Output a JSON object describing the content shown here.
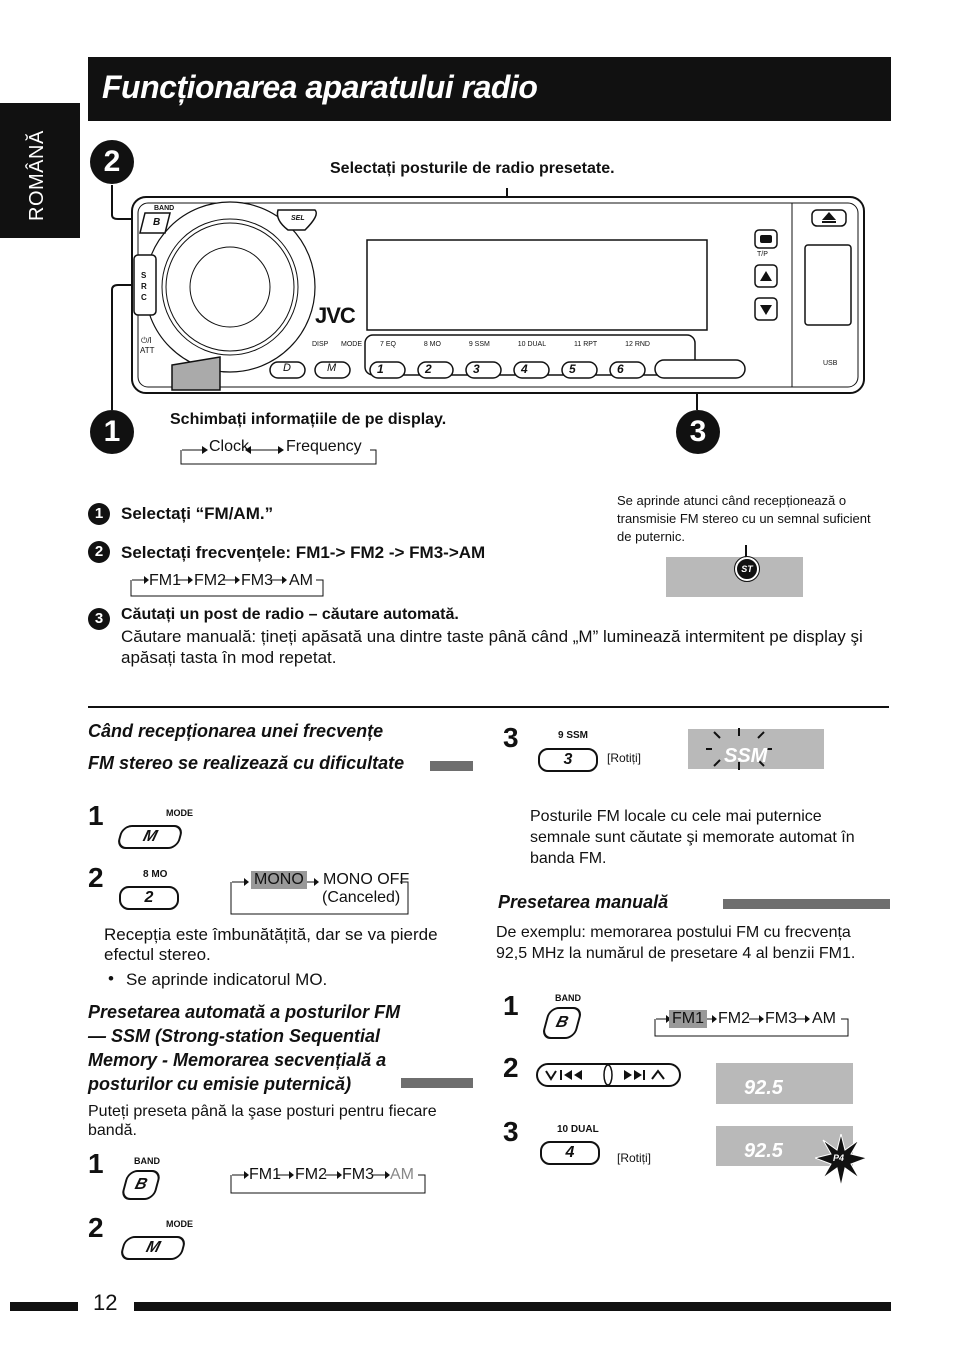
{
  "header": {
    "title": "Funcționarea aparatului radio",
    "language_tab": "ROMÂNĂ"
  },
  "diagram": {
    "label_select_presets": "Selectați posturile de radio presetate.",
    "label_change_display": "Schimbați informațiile de pe display.",
    "flow_clock": "Clock",
    "flow_frequency": "Frequency",
    "callouts": [
      "2",
      "1",
      "3"
    ],
    "unit_labels": {
      "band": "BAND",
      "sel": "SEL",
      "src": "S R C",
      "att": "ATT",
      "power": "⏻/I",
      "brand": "JVC",
      "disp": "DISP",
      "mode": "MODE",
      "tp": "T/P",
      "usb": "USB",
      "preset_row": [
        "7 EQ",
        "8 MO",
        "9 SSM",
        "10 DUAL",
        "11 RPT",
        "12 RND"
      ],
      "preset_keys": [
        "1",
        "2",
        "3",
        "4",
        "5",
        "6"
      ],
      "key_d": "D",
      "key_m": "M",
      "key_b": "B"
    }
  },
  "steps_main": [
    {
      "num": "1",
      "text": "Selectați “FM/AM.”"
    },
    {
      "num": "2",
      "text": "Selectați frecvențele: FM1-> FM2 -> FM3->AM"
    },
    {
      "num": "3",
      "bold": "Căutați un post de radio – căutare automată.",
      "text": "Căutare manuală: țineți apăsată una dintre taste până când „M” luminează intermitent pe display şi apăsați tasta în mod repetat."
    }
  ],
  "band_flow": [
    "FM1",
    "FM2",
    "FM3",
    "AM"
  ],
  "st_note": "Se aprinde atunci când recepționează o transmisie FM stereo cu un semnal suficient de puternic.",
  "st_icon": "ST",
  "left_col": {
    "heading1_line1": "Când recepționarea unei frecvențe",
    "heading1_line2": "FM stereo se realizează cu dificultate",
    "step1": "1",
    "step1_key": "M",
    "step1_label": "MODE",
    "step2": "2",
    "step2_key": "2",
    "step2_label": "8 MO",
    "mono": "MONO",
    "mono_off": "MONO OFF",
    "canceled": "(Canceled)",
    "note": "Recepția este îmbunătățită, dar se va pierde efectul stereo.",
    "bullet": "Se aprinde indicatorul MO.",
    "heading2": "Presetarea automată a posturilor FM — SSM (Strong-station Sequential Memory - Memorarea secvențială a posturilor cu emisie puternică)",
    "heading2_lines": [
      "Presetarea automată a posturilor FM",
      "— SSM (Strong-station Sequential",
      "Memory - Memorarea secvențială a",
      "posturilor cu emisie puternică)"
    ],
    "note2": "Puteți preseta până la şase posturi pentru fiecare bandă.",
    "step3": "1",
    "step3_key": "B",
    "step3_label": "BAND",
    "step4": "2",
    "step4_key": "M",
    "step4_label": "MODE"
  },
  "right_col": {
    "step3": "3",
    "ssm_key": "3",
    "ssm_label": "9 SSM",
    "rotiti": "[Rotiți]",
    "ssm_display": "SSM",
    "ssm_note": "Posturile FM locale cu cele mai puternice semnale sunt căutate şi memorate automat în banda FM.",
    "heading": "Presetarea manuală",
    "example": "De exemplu: memorarea postului FM cu frecvența 92,5 MHz la numărul de presetare 4 al benzii FM1.",
    "s1": "1",
    "s1_key": "B",
    "s1_label": "BAND",
    "s2": "2",
    "freq": "92.5",
    "s3": "3",
    "s3_key": "4",
    "s3_label": "10 DUAL",
    "rotiti2": "[Rotiți]",
    "p4": "P4"
  },
  "footer": {
    "page_number": "12"
  }
}
